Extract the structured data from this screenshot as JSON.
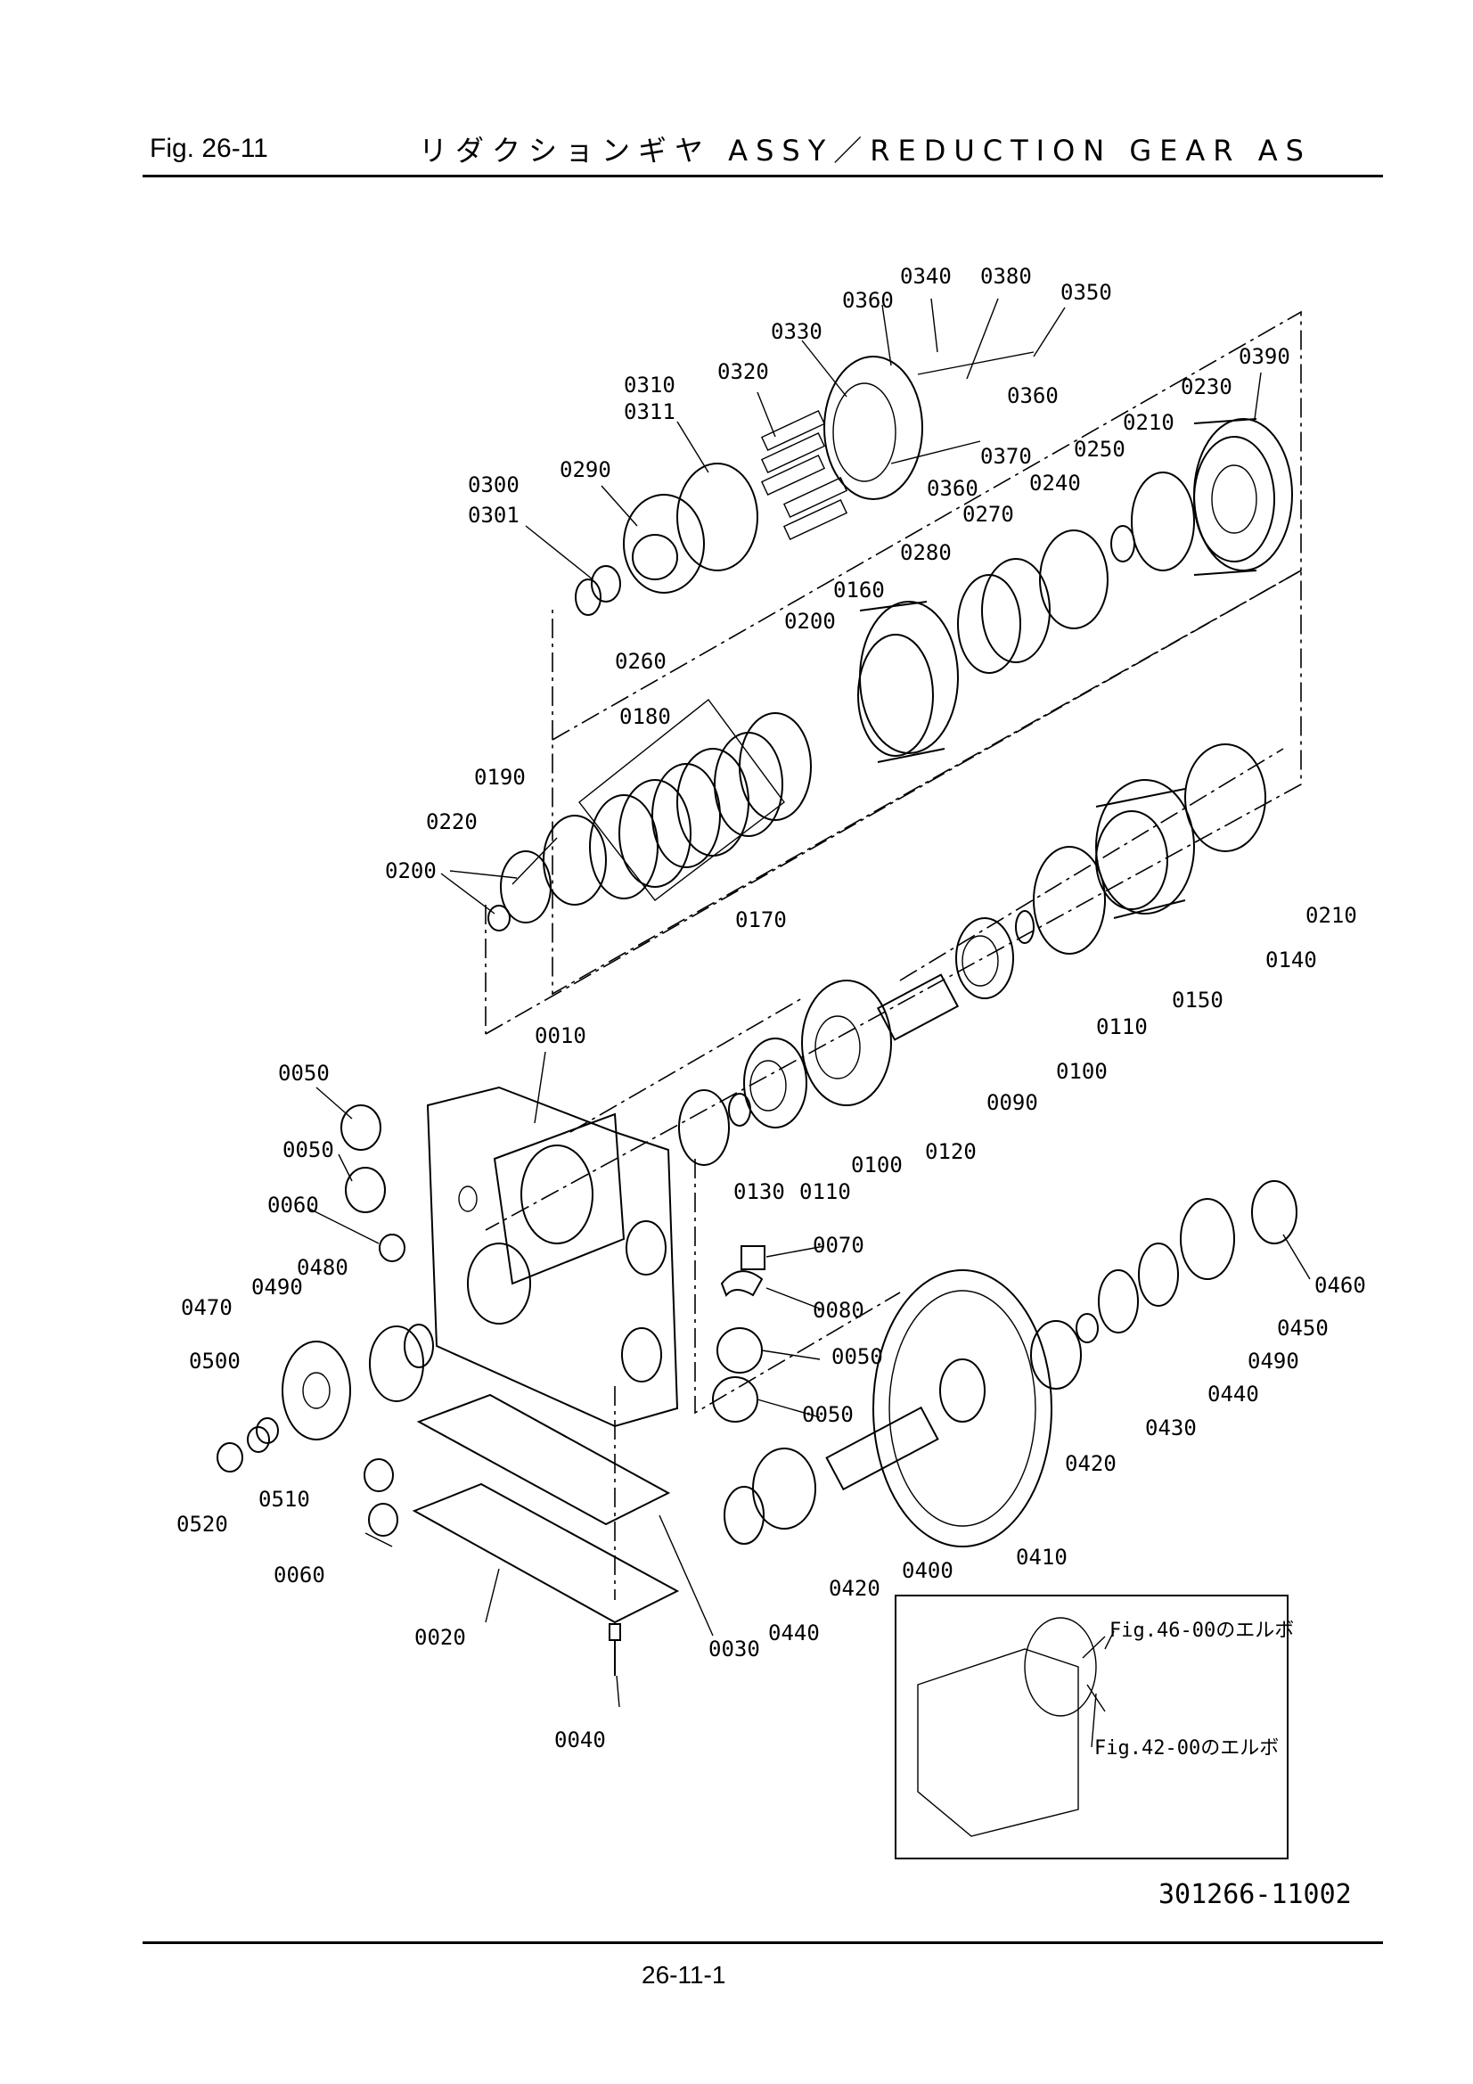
{
  "header": {
    "fig_label": "Fig.  26-11",
    "title": "リダクションギヤ ASSY／REDUCTION GEAR AS"
  },
  "footer": {
    "page_number": "26-11-1",
    "drawing_number": "301266-11002"
  },
  "inset": {
    "callout_1": "Fig.46-00のエルボ",
    "callout_2": "Fig.42-00のエルボ"
  },
  "part_labels": [
    "0340",
    "0380",
    "0360",
    "0350",
    "0330",
    "0390",
    "0310",
    "0311",
    "0320",
    "0360",
    "0230",
    "0210",
    "0370",
    "0250",
    "0300",
    "0301",
    "0290",
    "0360",
    "0240",
    "0270",
    "0280",
    "0160",
    "0200",
    "0260",
    "0180",
    "0190",
    "0220",
    "0200",
    "0170",
    "0210",
    "0140",
    "0150",
    "0110",
    "0100",
    "0010",
    "0050",
    "0090",
    "0050",
    "0130",
    "0110",
    "0100",
    "0120",
    "0060",
    "0070",
    "0480",
    "0490",
    "0470",
    "0080",
    "0460",
    "0450",
    "0050",
    "0490",
    "0500",
    "0440",
    "0050",
    "0430",
    "0510",
    "0520",
    "0420",
    "0060",
    "0410",
    "0400",
    "0420",
    "0440",
    "0020",
    "0030",
    "0040"
  ]
}
